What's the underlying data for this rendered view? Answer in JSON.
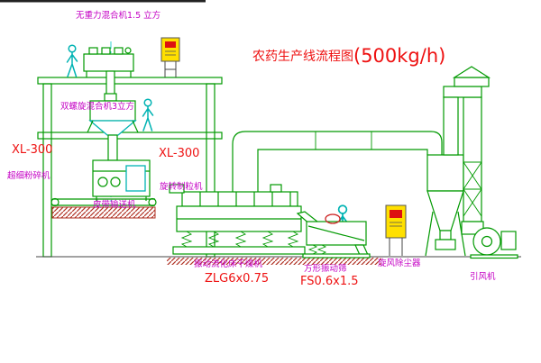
{
  "title": {
    "main": "农药生产线流程图",
    "capacity": "(500kg/h)"
  },
  "labels": {
    "gravity_mixer": "无重力混合机1.5 立方",
    "screw_mixer": "双螺旋混合机3立方",
    "pulverizer_model": "XL-300",
    "pulverizer": "超细粉碎机",
    "granulator_model": "XL-300",
    "granulator": "旋转制粒机",
    "belt_conveyor": "皮带输送机",
    "dryer": "振动流化床干燥机",
    "dryer_model": "ZLG6x0.75",
    "sieve": "方形振动筛",
    "sieve_model": "FS0.6x1.5",
    "cyclone": "旋风除尘器",
    "fan": "引风机"
  },
  "colors": {
    "line_green": "#009900",
    "line_cyan": "#00b3b3",
    "label_magenta": "#c400c4",
    "label_red": "#ee1111",
    "cabinet_yellow": "#ffe000",
    "hatch_red": "#b03326",
    "background": "#ffffff"
  }
}
